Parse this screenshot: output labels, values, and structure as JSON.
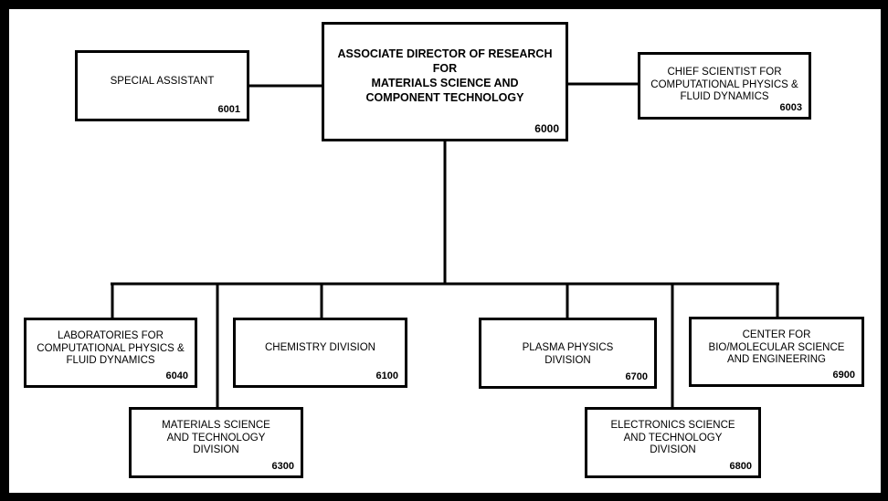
{
  "root": {
    "title": "ASSOCIATE DIRECTOR OF RESEARCH\nFOR\nMATERIALS SCIENCE AND\nCOMPONENT TECHNOLOGY",
    "code": "6000"
  },
  "special_assistant": {
    "title": "SPECIAL ASSISTANT",
    "code": "6001"
  },
  "chief_scientist": {
    "title": "CHIEF SCIENTIST FOR\nCOMPUTATIONAL PHYSICS &\nFLUID DYNAMICS",
    "code": "6003"
  },
  "lcp": {
    "title": "LABORATORIES FOR\nCOMPUTATIONAL PHYSICS &\nFLUID DYNAMICS",
    "code": "6040"
  },
  "chemistry": {
    "title": "CHEMISTRY DIVISION",
    "code": "6100"
  },
  "materials": {
    "title": "MATERIALS SCIENCE\nAND TECHNOLOGY\nDIVISION",
    "code": "6300"
  },
  "plasma": {
    "title": "PLASMA PHYSICS\nDIVISION",
    "code": "6700"
  },
  "electronics": {
    "title": "ELECTRONICS SCIENCE\nAND TECHNOLOGY\nDIVISION",
    "code": "6800"
  },
  "biomolecular": {
    "title": "CENTER FOR\nBIO/MOLECULAR SCIENCE\nAND ENGINEERING",
    "code": "6900"
  }
}
